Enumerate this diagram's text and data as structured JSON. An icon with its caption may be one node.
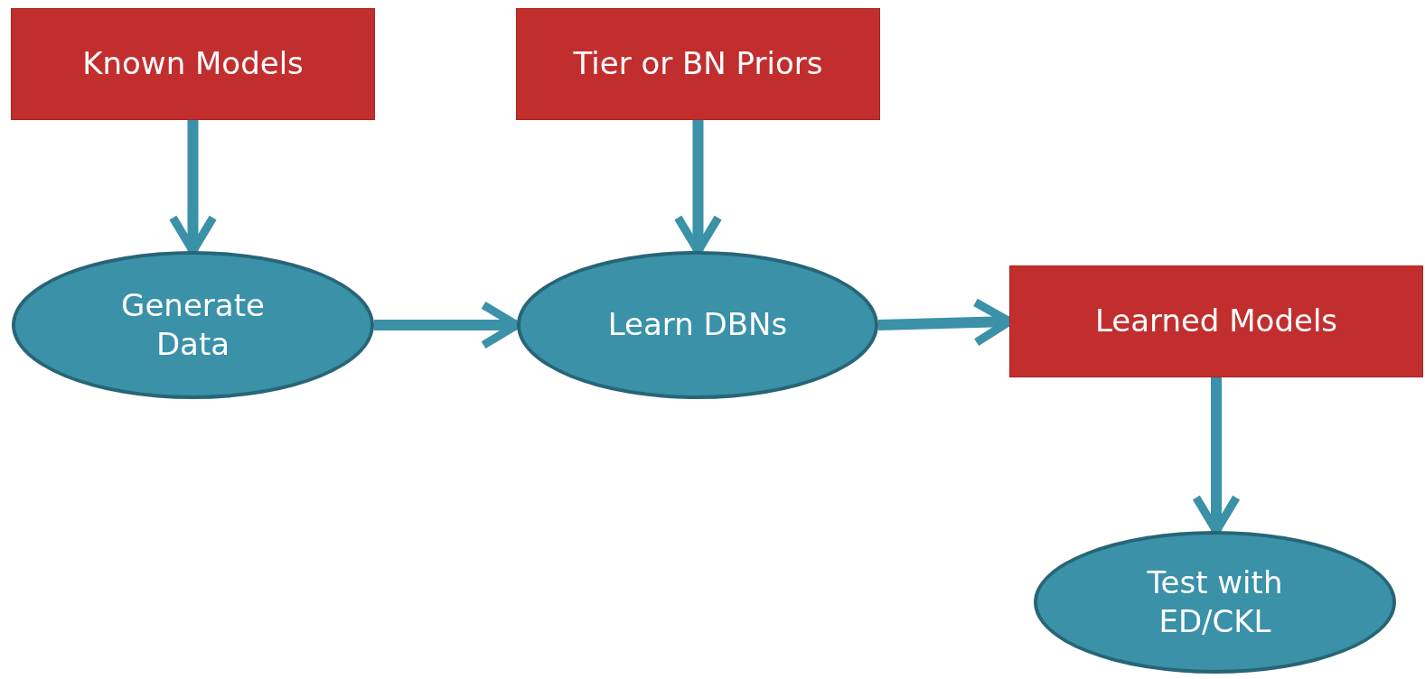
{
  "diagram": {
    "nodes": [
      {
        "text": [
          "Known Models"
        ]
      },
      {
        "text": [
          "Tier or BN Priors"
        ]
      },
      {
        "text": [
          "Generate Data"
        ]
      },
      {
        "text": [
          "Learn DBNs"
        ]
      },
      {
        "text": [
          "Learned Models"
        ]
      },
      {
        "text": [
          "Test with ED/CKL"
        ]
      }
    ],
    "edges": [
      {
        "from": 0,
        "to": 2,
        "arrow": "to"
      },
      {
        "from": 1,
        "to": 3,
        "arrow": "to"
      },
      {
        "from": 2,
        "to": 3,
        "arrow": "to"
      },
      {
        "from": 3,
        "to": 4,
        "arrow": "to"
      },
      {
        "from": 4,
        "to": 5,
        "arrow": "to"
      }
    ]
  }
}
